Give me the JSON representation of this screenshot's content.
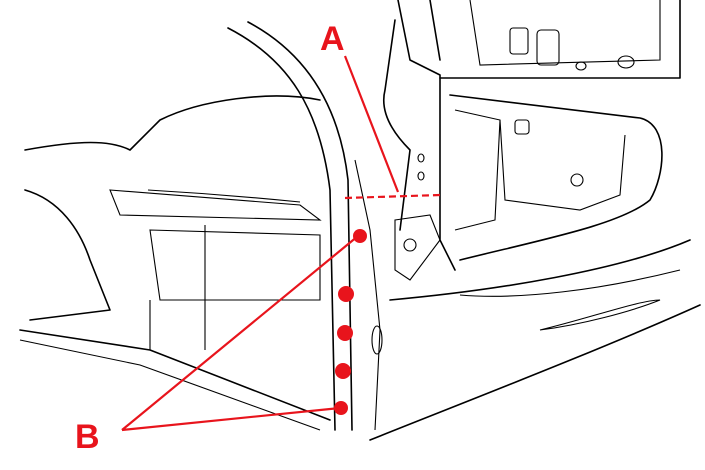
{
  "diagram": {
    "callouts": [
      {
        "id": "A",
        "label": "A"
      },
      {
        "id": "B",
        "label": "B"
      }
    ],
    "accent_color": "#e8141c",
    "line_color": "#000000"
  }
}
